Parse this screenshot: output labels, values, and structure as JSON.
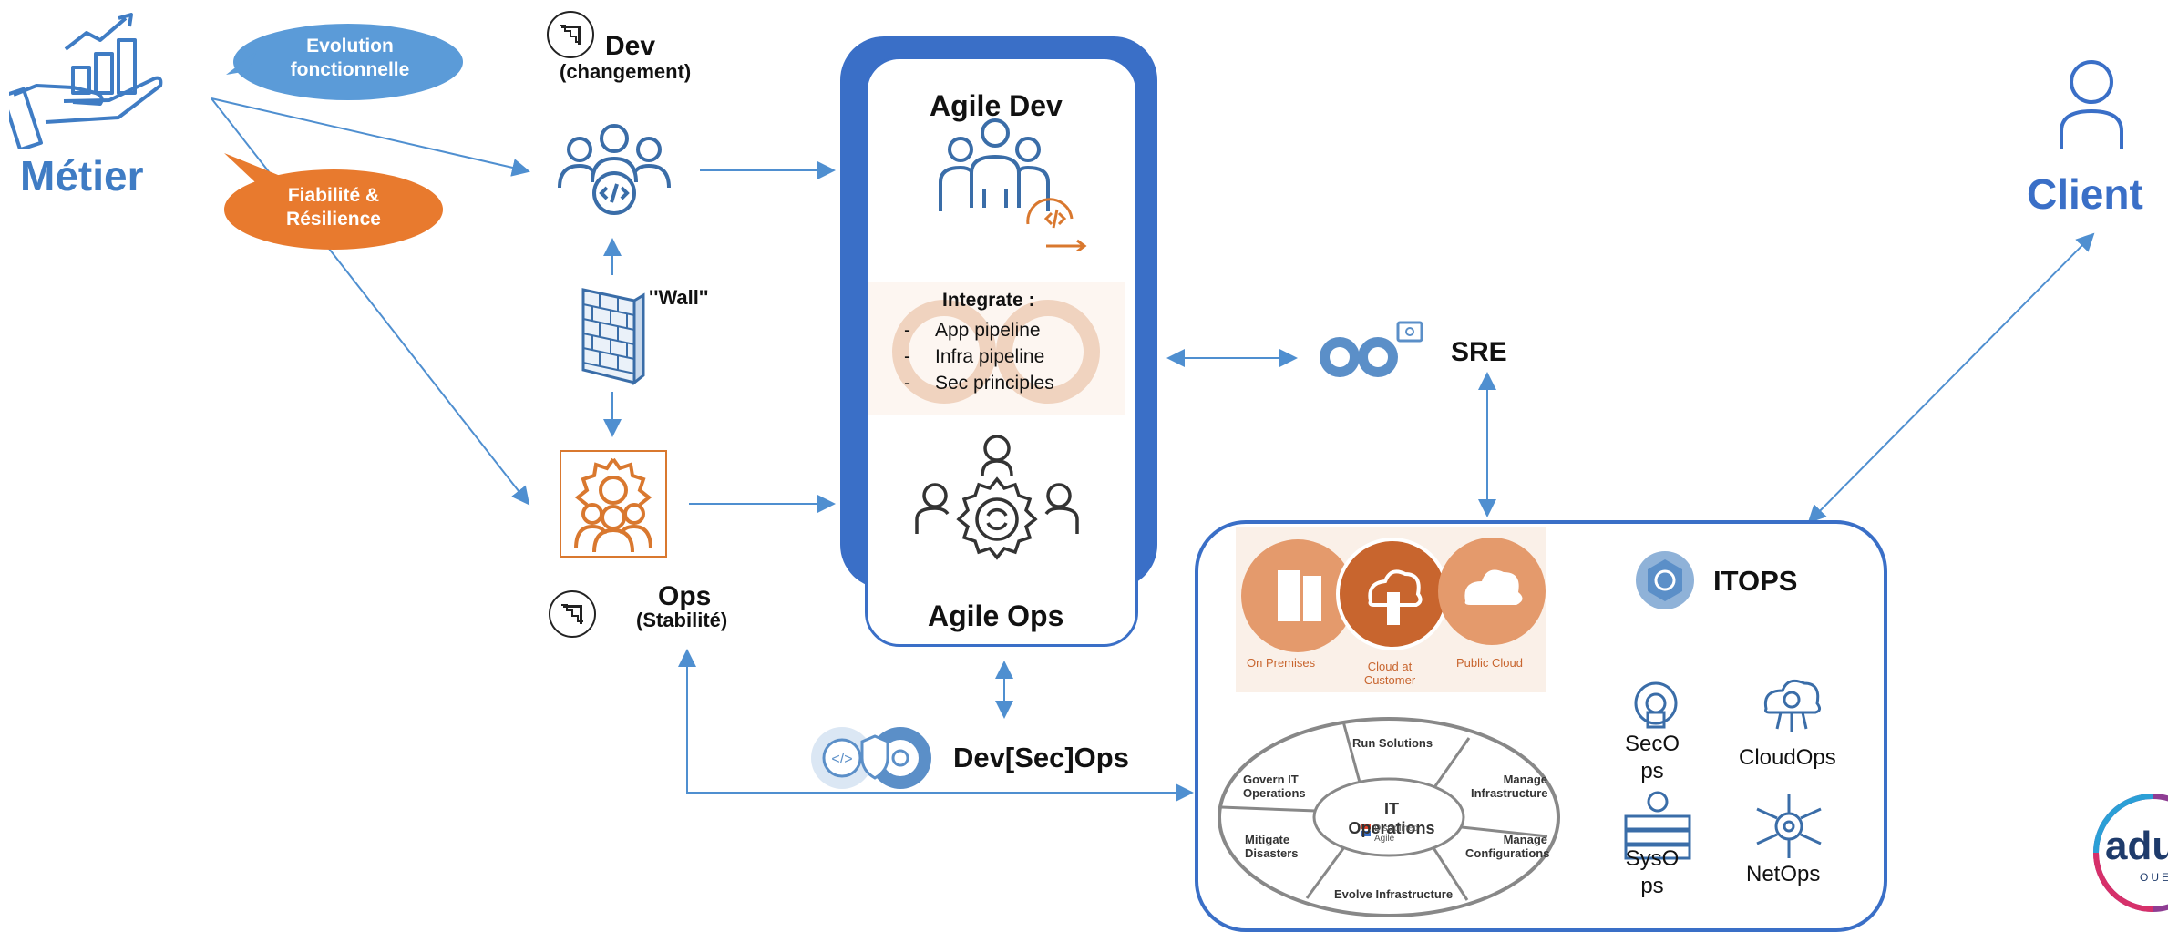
{
  "metier": {
    "label": "Métier"
  },
  "client": {
    "label": "Client"
  },
  "bubbles": {
    "evolution": [
      "Evolution",
      "fonctionnelle"
    ],
    "fiabilite": [
      "Fiabilité &",
      "Résilience"
    ]
  },
  "dev": {
    "title": "Dev",
    "subtitle": "(changement)"
  },
  "ops": {
    "title": "Ops",
    "subtitle": "(Stabilité)"
  },
  "wall": {
    "label": "''Wall''"
  },
  "agile": {
    "dev_title": "Agile Dev",
    "ops_title": "Agile Ops",
    "integrate_title": "Integrate :",
    "integrate_items": [
      "App pipeline",
      "Infra pipeline",
      "Sec principles"
    ]
  },
  "sre": {
    "label": "SRE"
  },
  "devsecops": {
    "label": "Dev[Sec]Ops"
  },
  "itops": {
    "title": "ITOPS",
    "deployment": [
      "On Premises",
      "Cloud at Customer",
      "Public Cloud"
    ],
    "ellipse": {
      "center_title": "IT Operations",
      "center_brand": "Disciplined Agile",
      "segments": [
        "Run Solutions",
        "Manage Infrastructure",
        "Manage Configurations",
        "Evolve Infrastructure",
        "Mitigate Disasters",
        "Govern IT Operations"
      ]
    },
    "ops_types": [
      "SecOps",
      "CloudOps",
      "SysOps",
      "NetOps"
    ]
  },
  "logo": {
    "text": "adu",
    "sub": "OUE"
  },
  "colors": {
    "accent_blue": "#3a6fc7",
    "bubble_blue": "#5b9bd8",
    "bubble_orange": "#e87a2e",
    "orange_icon": "#d9782f",
    "line_blue": "#5b9bd5"
  }
}
